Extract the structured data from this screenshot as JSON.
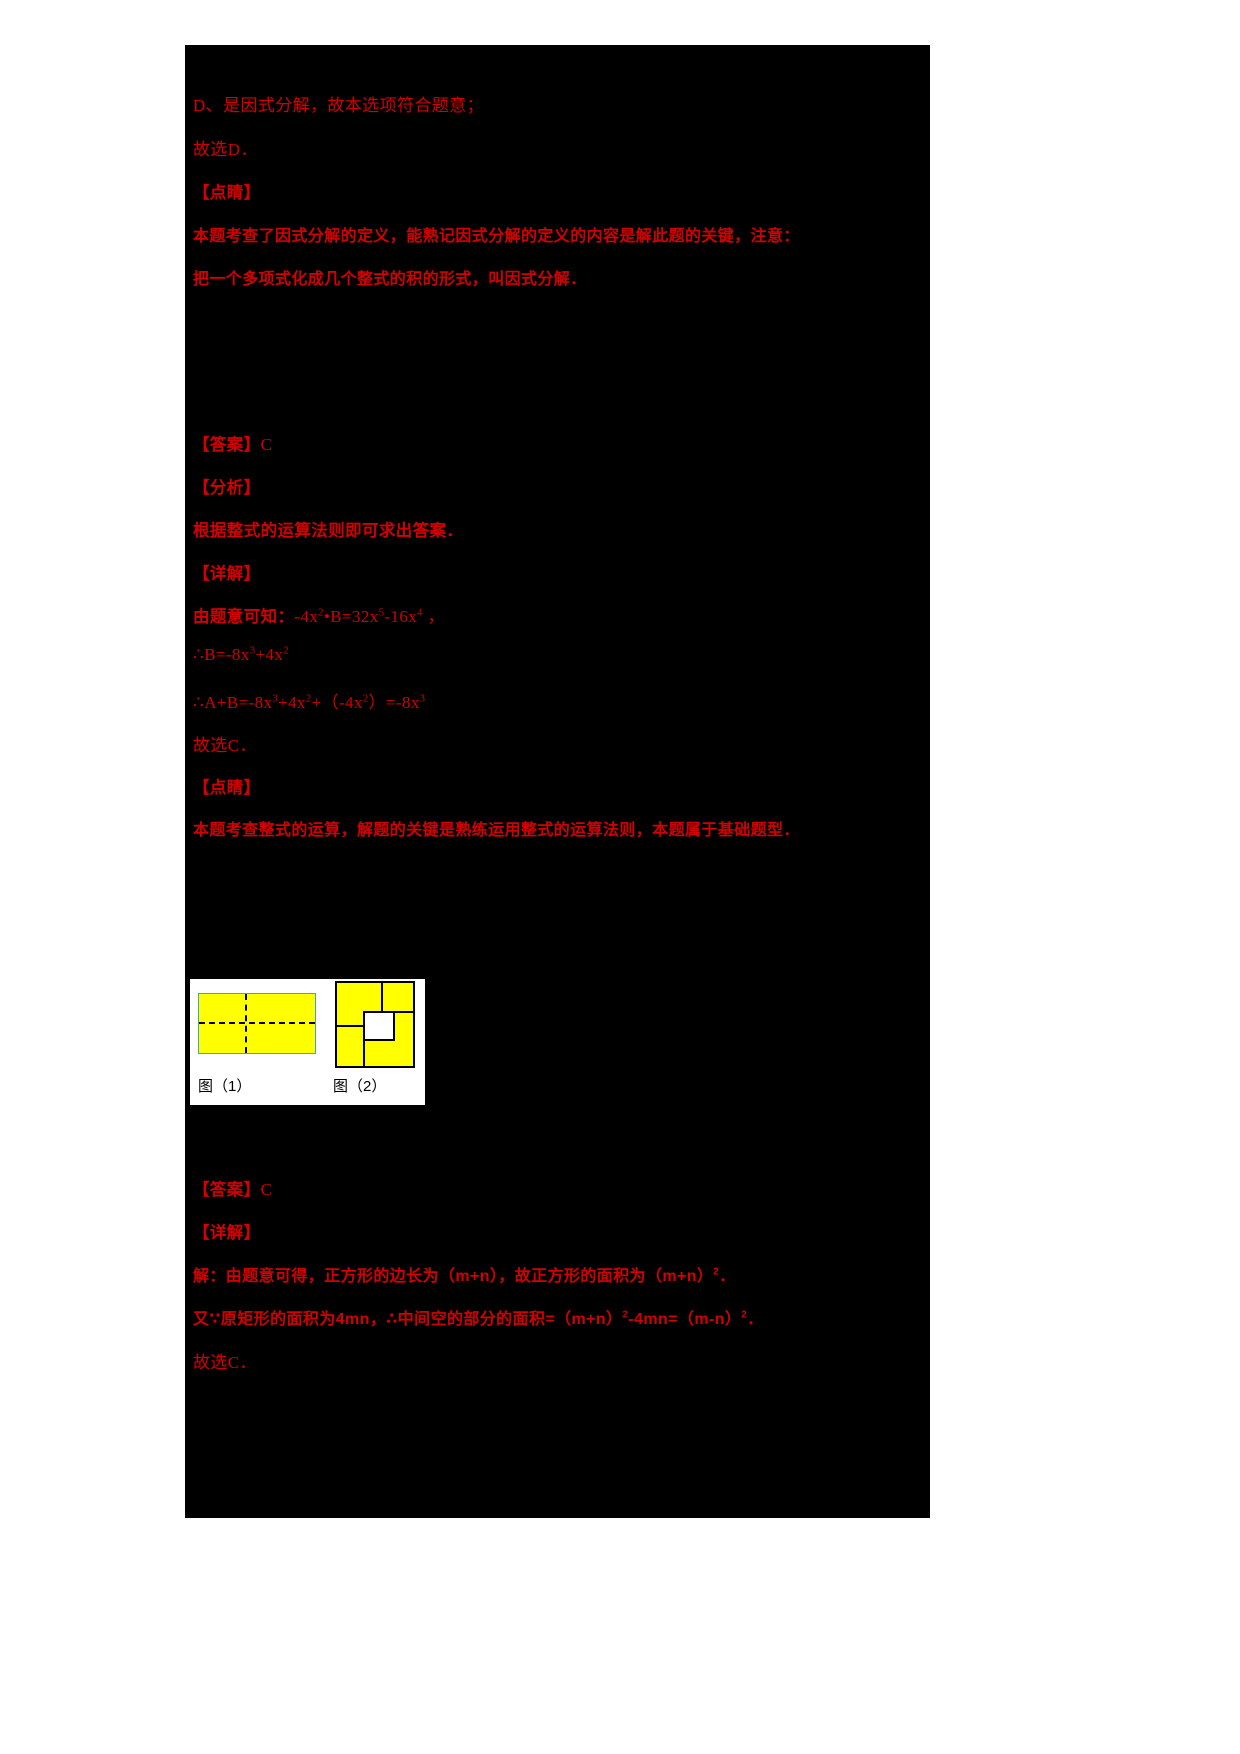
{
  "document": {
    "background_color": "#000000",
    "text_color": "#d40000",
    "figure_caption_color": "#000000"
  },
  "block1": {
    "l1": "D、是因式分解，故本选项符合题意；",
    "l2": "故选D．",
    "l3": "【点睛】",
    "l4": "本题考查了因式分解的定义，能熟记因式分解的定义的内容是解此题的关键，注意：",
    "l5": "把一个多项式化成几个整式的积的形式，叫因式分解．"
  },
  "block2": {
    "answer_label": "【答案】",
    "answer_value": "C",
    "analysis_label": "【分析】",
    "analysis_text": "根据整式的运算法则即可求出答案．",
    "detail_label": "【详解】",
    "step1_prefix": "由题意可知：",
    "step1_expr": "-4x²•B=32x⁵-16x⁴，",
    "step2": "∴B=-8x³+4x²",
    "step3": "∴A+B=-8x³+4x²+（-4x²）=-8x³",
    "conclusion": "故选C．",
    "tip_label": "【点睛】",
    "tip_text": "本题考查整式的运算，解题的关键是熟练运用整式的运算法则，本题属于基础题型．"
  },
  "figure": {
    "caption_1": "图（1）",
    "caption_2": "图（2）",
    "fill_color": "#ffff00",
    "border_color_fig1": "#3aa6c8",
    "line_color": "#000000",
    "hole_color": "#ffffff"
  },
  "block3": {
    "answer_label": "【答案】",
    "answer_value": "C",
    "detail_label": "【详解】",
    "l1": "解：由题意可得，正方形的边长为（m+n），故正方形的面积为（m+n）²．",
    "l2": "又∵原矩形的面积为4mn，∴中间空的部分的面积=（m+n）²-4mn=（m-n）²．",
    "l3": "故选C．"
  }
}
